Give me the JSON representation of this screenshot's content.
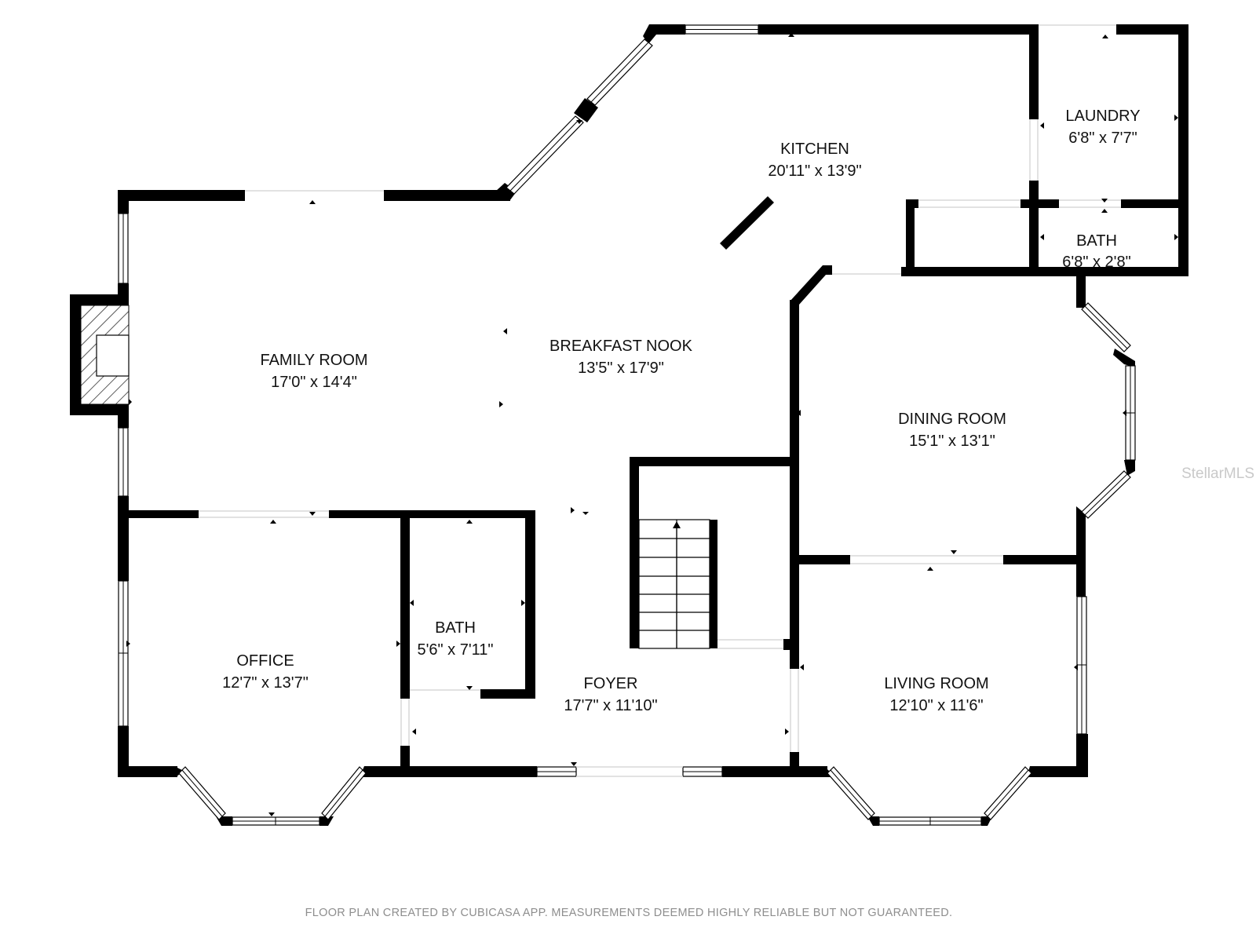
{
  "rooms": {
    "kitchen": {
      "name": "KITCHEN",
      "dims": "20'11\" x 13'9\""
    },
    "laundry": {
      "name": "LAUNDRY",
      "dims": "6'8\" x 7'7\""
    },
    "bath_upper": {
      "name": "BATH",
      "dims": "6'8\" x 2'8\""
    },
    "family_room": {
      "name": "FAMILY ROOM",
      "dims": "17'0\" x 14'4\""
    },
    "breakfast_nook": {
      "name": "BREAKFAST NOOK",
      "dims": "13'5\" x 17'9\""
    },
    "dining_room": {
      "name": "DINING ROOM",
      "dims": "15'1\" x 13'1\""
    },
    "office": {
      "name": "OFFICE",
      "dims": "12'7\" x 13'7\""
    },
    "bath_lower": {
      "name": "BATH",
      "dims": "5'6\" x 7'11\""
    },
    "foyer": {
      "name": "FOYER",
      "dims": "17'7\" x 11'10\""
    },
    "living_room": {
      "name": "LIVING ROOM",
      "dims": "12'10\" x 11'6\""
    }
  },
  "footer": {
    "disclaimer": "FLOOR PLAN CREATED BY CUBICASA APP. MEASUREMENTS DEEMED HIGHLY RELIABLE BUT NOT GUARANTEED."
  },
  "watermark": {
    "text": "StellarMLS"
  },
  "colors": {
    "wall": "#000000",
    "background": "#ffffff",
    "text": "#111111",
    "footer_text": "#8e8e8e",
    "watermark": "#c9c9c9"
  }
}
